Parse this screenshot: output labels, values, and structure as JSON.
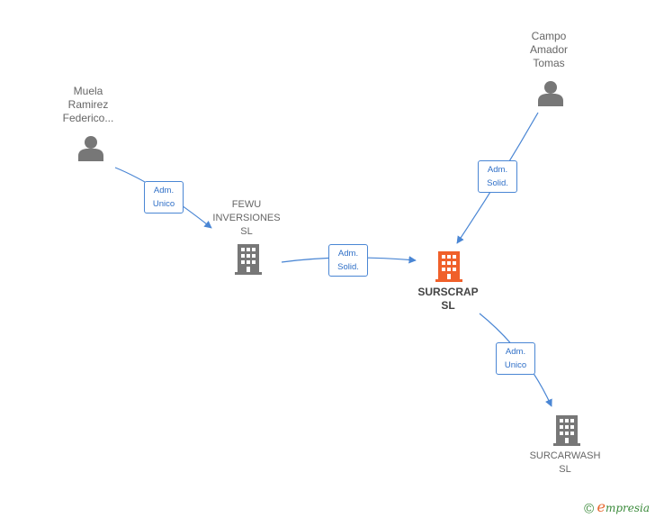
{
  "nodes": {
    "muela": {
      "label": "Muela\nRamirez\nFederico..."
    },
    "campo": {
      "label": "Campo\nAmador\nTomas"
    },
    "fewu": {
      "label": "FEWU\nINVERSIONES\nSL"
    },
    "surscrap": {
      "label": "SURSCRAP\nSL"
    },
    "surcarwash": {
      "label": "SURCARWASH\nSL"
    }
  },
  "edges": {
    "muela_fewu": {
      "label": "Adm.\nUnico"
    },
    "fewu_surscrap": {
      "label": "Adm.\nSolid."
    },
    "campo_surscrap": {
      "label": "Adm.\nSolid."
    },
    "surscrap_surcarwash": {
      "label": "Adm.\nUnico"
    }
  },
  "footer": {
    "copyright": "©",
    "brand_initial": "e",
    "brand_rest": "mpresia"
  },
  "colors": {
    "edge": "#4a86d4",
    "person": "#777777",
    "company": "#777777",
    "focus_company": "#f0602a"
  }
}
